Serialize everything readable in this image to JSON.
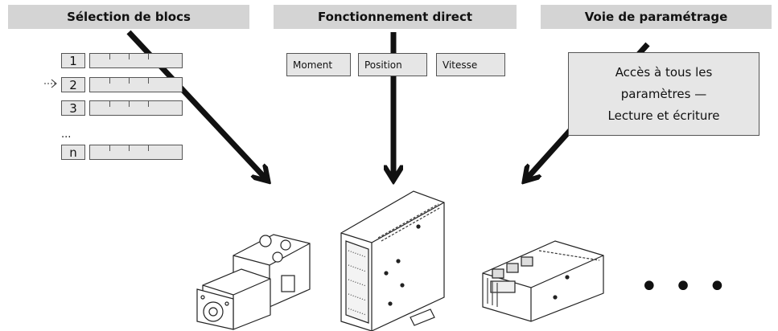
{
  "headers": {
    "block_selection": "Sélection de blocs",
    "direct_mode": "Fonctionnement direct",
    "param_channel": "Voie de paramétrage"
  },
  "block_list": {
    "items": [
      "1",
      "2",
      "3",
      "n"
    ],
    "ellipsis": "..."
  },
  "direct_modes": [
    "Moment",
    "Position",
    "Vitesse"
  ],
  "param_box": {
    "line1": "Accès à tous les",
    "line2": "paramètres —",
    "line3": "Lecture et écriture"
  },
  "more_devices": "• • •",
  "colors": {
    "header_bg": "#d4d4d4",
    "box_bg": "#e6e6e6",
    "arrow": "#111111"
  }
}
